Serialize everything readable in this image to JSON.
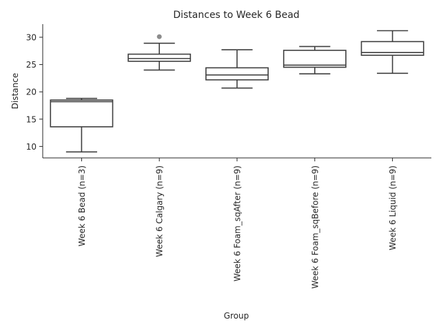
{
  "chart_data": {
    "type": "box",
    "title": "Distances to Week 6 Bead",
    "xlabel": "Group",
    "ylabel": "Distance",
    "categories": [
      "Week 6 Bead (n=3)",
      "Week 6 Calgary (n=9)",
      "Week 6 Foam_sqAfter (n=9)",
      "Week 6 Foam_sqBefore (n=9)",
      "Week 6 Liquid (n=9)"
    ],
    "boxes": [
      {
        "whisker_low": 9.0,
        "q1": 13.6,
        "median": 18.2,
        "q3": 18.5,
        "whisker_high": 18.8,
        "outliers": []
      },
      {
        "whisker_low": 24.0,
        "q1": 25.6,
        "median": 26.1,
        "q3": 26.9,
        "whisker_high": 28.9,
        "outliers": [
          30.1
        ]
      },
      {
        "whisker_low": 20.7,
        "q1": 22.2,
        "median": 23.1,
        "q3": 24.4,
        "whisker_high": 27.7,
        "outliers": []
      },
      {
        "whisker_low": 23.3,
        "q1": 24.5,
        "median": 24.9,
        "q3": 27.6,
        "whisker_high": 28.3,
        "outliers": []
      },
      {
        "whisker_low": 23.4,
        "q1": 26.7,
        "median": 27.2,
        "q3": 29.2,
        "whisker_high": 31.2,
        "outliers": []
      }
    ],
    "yticks": [
      10,
      15,
      20,
      25,
      30
    ],
    "ylim": [
      7.9,
      32.4
    ],
    "grid": false
  }
}
